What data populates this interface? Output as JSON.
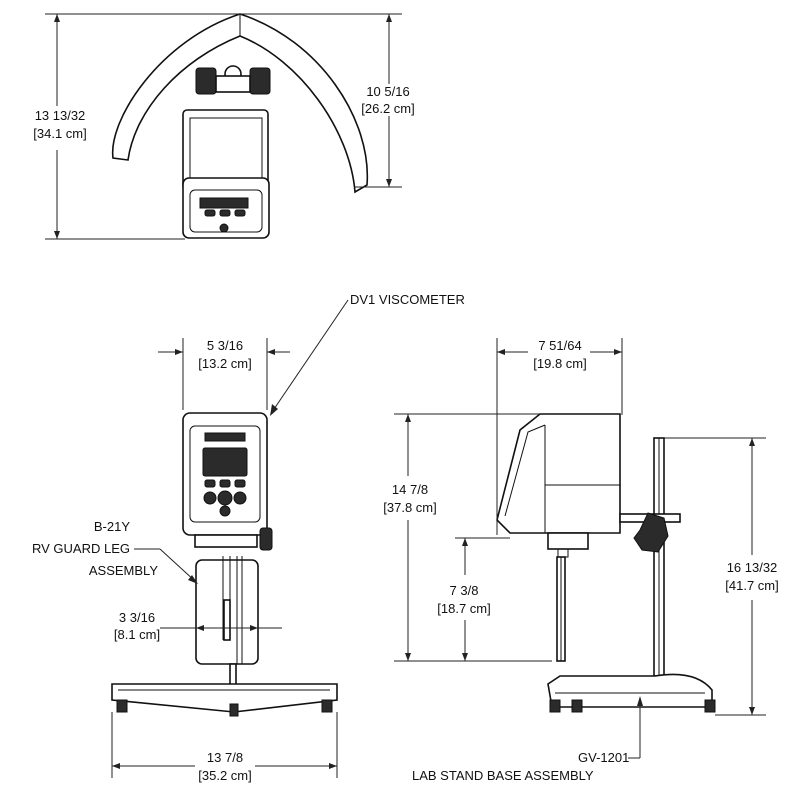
{
  "top_view": {
    "height_dim": {
      "imperial": "13 13/32",
      "metric": "[34.1 cm]"
    },
    "depth_dim": {
      "imperial": "10 5/16",
      "metric": "[26.2 cm]"
    }
  },
  "front_view": {
    "title": "DV1 VISCOMETER",
    "width_dim": {
      "imperial": "5 3/16",
      "metric": "[13.2 cm]"
    },
    "guard_label": {
      "line1": "B-21Y",
      "line2": "RV GUARD LEG",
      "line3": "ASSEMBLY"
    },
    "guard_dim": {
      "imperial": "3 3/16",
      "metric": "[8.1 cm]"
    },
    "base_dim": {
      "imperial": "13 7/8",
      "metric": "[35.2 cm]"
    }
  },
  "side_view": {
    "width_dim": {
      "imperial": "7 51/64",
      "metric": "[19.8 cm]"
    },
    "height_dim": {
      "imperial": "14 7/8",
      "metric": "[37.8 cm]"
    },
    "low_dim": {
      "imperial": "7 3/8",
      "metric": "[18.7 cm]"
    },
    "stand_dim": {
      "imperial": "16 13/32",
      "metric": "[41.7 cm]"
    },
    "base_label": {
      "line1": "GV-1201",
      "line2": "LAB STAND BASE ASSEMBLY"
    }
  }
}
